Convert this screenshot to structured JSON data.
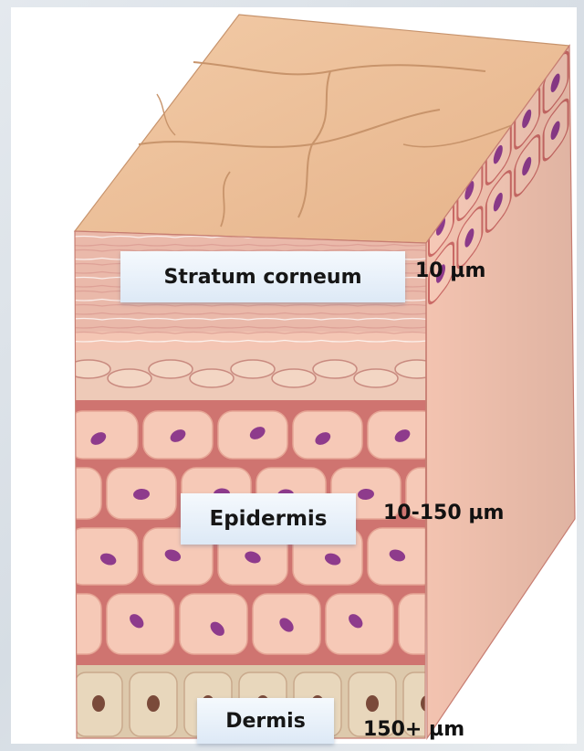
{
  "layers": [
    {
      "label": "Stratum corneum",
      "thickness": "10 µm"
    },
    {
      "label": "Epidermis",
      "thickness": "10-150 µm"
    },
    {
      "label": "Dermis",
      "thickness": "150+ µm"
    }
  ],
  "colors": {
    "corneum_top": "#eebf95",
    "corneum_side": "#e8b6a8",
    "cell": "#f6c9b7",
    "cell_border": "#cb6a66",
    "nucleus": "#8e3b8c",
    "dermis": "#ddc9ac",
    "label_box": "#e2ecf7"
  }
}
